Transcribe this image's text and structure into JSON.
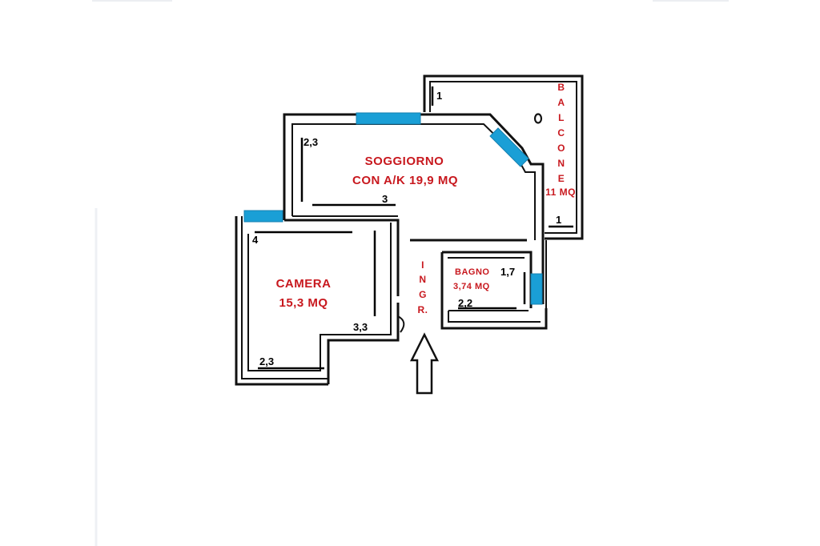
{
  "rooms": {
    "soggiorno": {
      "name": "SOGGIORNO",
      "area": "CON A/K 19,9 MQ"
    },
    "camera": {
      "name": "CAMERA",
      "area": "15,3 MQ"
    },
    "bagno": {
      "name": "BAGNO",
      "area": "3,74 MQ"
    },
    "balcone": {
      "name_letters": [
        "B",
        "A",
        "L",
        "C",
        "O",
        "N",
        "E"
      ],
      "area": "11 MQ"
    }
  },
  "entrance": {
    "letters": [
      "I",
      "N",
      "G",
      "R."
    ]
  },
  "dimensions": {
    "balcone_top": "1",
    "balcone_bottom": "1",
    "soggiorno_height": "2,3",
    "soggiorno_width": "3",
    "camera_width_top": "4",
    "camera_height": "3,3",
    "camera_width_bottom": "2,3",
    "bagno_height": "1,7",
    "bagno_width": "2,2"
  },
  "colors": {
    "walls": "#111111",
    "windows": "#1a9fd6",
    "labels": "#c8181e"
  }
}
